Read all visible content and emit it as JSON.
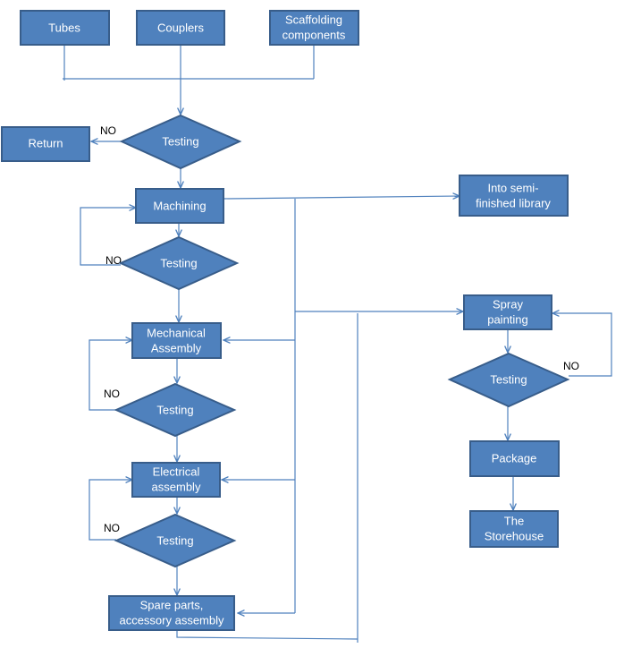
{
  "colors": {
    "node_fill": "#4f81bd",
    "node_stroke": "#385d8a",
    "edge": "#4f81bd",
    "label": "#000000"
  },
  "nodes": {
    "tubes": "Tubes",
    "couplers": "Couplers",
    "scaffolding_1": "Scaffolding",
    "scaffolding_2": "components",
    "testing": "Testing",
    "return": "Return",
    "machining": "Machining",
    "semi_finished_1": "Into semi-",
    "semi_finished_2": "finished library",
    "mechanical_1": "Mechanical",
    "mechanical_2": "Assembly",
    "electrical_1": "Electrical",
    "electrical_2": "assembly",
    "spare_1": "Spare parts,",
    "spare_2": "accessory assembly",
    "spray_1": "Spray",
    "spray_2": "painting",
    "package": "Package",
    "storehouse_1": "The",
    "storehouse_2": "Storehouse"
  },
  "edge_labels": {
    "no": "NO"
  }
}
